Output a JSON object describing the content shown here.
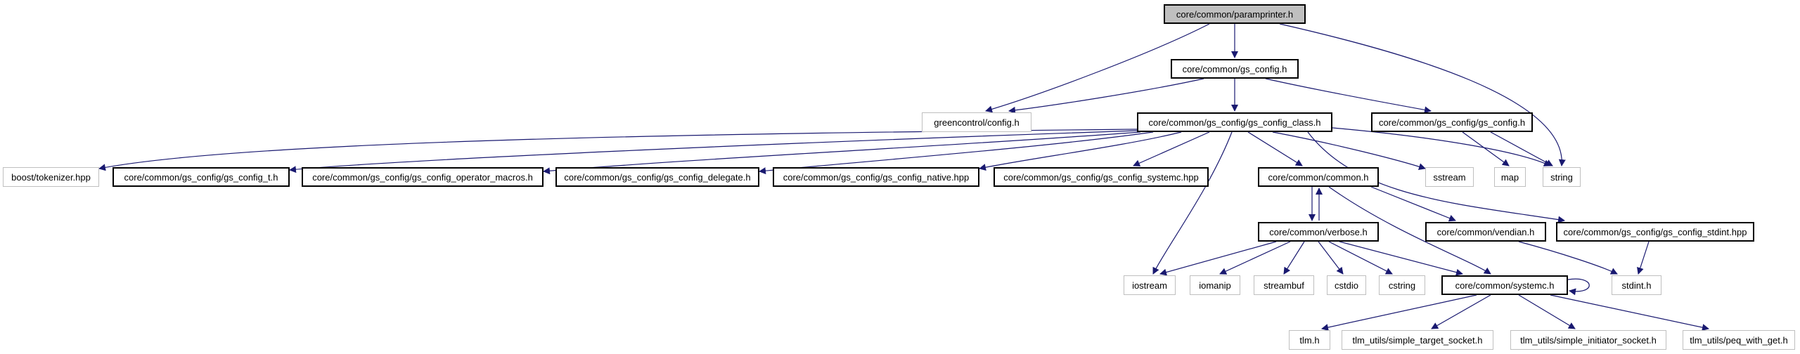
{
  "graph": {
    "edge_color": "#191970",
    "nodes": {
      "paramprinter": {
        "label": "core/common/paramprinter.h",
        "kind": "root"
      },
      "gs_config": {
        "label": "core/common/gs_config.h",
        "kind": "internal"
      },
      "greencontrol_config": {
        "label": "greencontrol/config.h",
        "kind": "external"
      },
      "gs_config_class": {
        "label": "core/common/gs_config/gs_config_class.h",
        "kind": "internal"
      },
      "gs_config_gs_config": {
        "label": "core/common/gs_config/gs_config.h",
        "kind": "internal"
      },
      "string": {
        "label": "string",
        "kind": "external"
      },
      "boost_tokenizer": {
        "label": "boost/tokenizer.hpp",
        "kind": "external"
      },
      "gs_config_t": {
        "label": "core/common/gs_config/gs_config_t.h",
        "kind": "internal"
      },
      "gs_config_operator_macros": {
        "label": "core/common/gs_config/gs_config_operator_macros.h",
        "kind": "internal"
      },
      "gs_config_delegate": {
        "label": "core/common/gs_config/gs_config_delegate.h",
        "kind": "internal"
      },
      "gs_config_native": {
        "label": "core/common/gs_config/gs_config_native.hpp",
        "kind": "internal"
      },
      "gs_config_systemc": {
        "label": "core/common/gs_config/gs_config_systemc.hpp",
        "kind": "internal"
      },
      "common": {
        "label": "core/common/common.h",
        "kind": "internal"
      },
      "sstream": {
        "label": "sstream",
        "kind": "external"
      },
      "map": {
        "label": "map",
        "kind": "external"
      },
      "verbose": {
        "label": "core/common/verbose.h",
        "kind": "internal"
      },
      "vendian": {
        "label": "core/common/vendian.h",
        "kind": "internal"
      },
      "gs_config_stdint": {
        "label": "core/common/gs_config/gs_config_stdint.hpp",
        "kind": "internal"
      },
      "iostream": {
        "label": "iostream",
        "kind": "external"
      },
      "iomanip": {
        "label": "iomanip",
        "kind": "external"
      },
      "streambuf": {
        "label": "streambuf",
        "kind": "external"
      },
      "cstdio": {
        "label": "cstdio",
        "kind": "external"
      },
      "cstring": {
        "label": "cstring",
        "kind": "external"
      },
      "systemc": {
        "label": "core/common/systemc.h",
        "kind": "internal"
      },
      "stdint": {
        "label": "stdint.h",
        "kind": "external"
      },
      "tlm": {
        "label": "tlm.h",
        "kind": "external"
      },
      "simple_target_socket": {
        "label": "tlm_utils/simple_target_socket.h",
        "kind": "external"
      },
      "simple_initiator_socket": {
        "label": "tlm_utils/simple_initiator_socket.h",
        "kind": "external"
      },
      "peq_with_get": {
        "label": "tlm_utils/peq_with_get.h",
        "kind": "external"
      }
    }
  }
}
